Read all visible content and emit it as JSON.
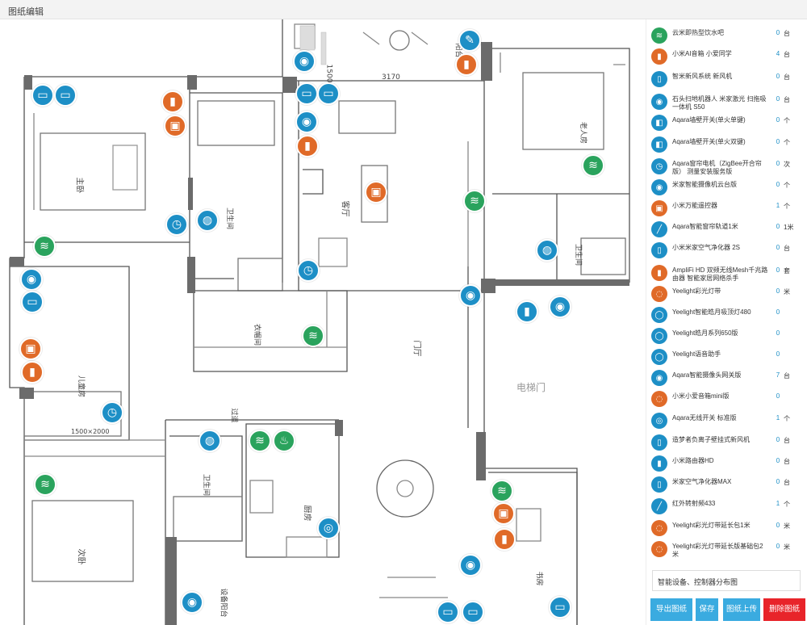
{
  "header": {
    "title": "图纸编辑"
  },
  "plan": {
    "dimensions": [
      "1500",
      "3170"
    ],
    "rooms": [
      {
        "key": "master",
        "text": "主卧"
      },
      {
        "key": "bath1",
        "text": "卫生间"
      },
      {
        "key": "living",
        "text": "客厅"
      },
      {
        "key": "elder",
        "text": "老人房"
      },
      {
        "key": "bath2",
        "text": "卫生间"
      },
      {
        "key": "closet",
        "text": "衣帽间"
      },
      {
        "key": "foyer",
        "text": "门厅"
      },
      {
        "key": "elevator",
        "text": "电梯门"
      },
      {
        "key": "child",
        "text": "儿童房"
      },
      {
        "key": "corridor",
        "text": "过道"
      },
      {
        "key": "bed",
        "text": "1500×2000"
      },
      {
        "key": "bath3",
        "text": "卫生间"
      },
      {
        "key": "kitchen",
        "text": "厨房"
      },
      {
        "key": "bedroom",
        "text": "次卧"
      },
      {
        "key": "study",
        "text": "书房"
      },
      {
        "key": "balcony",
        "text": "设备阳台"
      },
      {
        "key": "balcony2",
        "text": "阳台"
      }
    ],
    "markers": [
      {
        "c": "blue",
        "g": "▭"
      },
      {
        "c": "blue",
        "g": "▭"
      },
      {
        "c": "orange",
        "g": "▮"
      },
      {
        "c": "orange",
        "g": "▣"
      },
      {
        "c": "blue",
        "g": "◉"
      },
      {
        "c": "blue",
        "g": "▭"
      },
      {
        "c": "blue",
        "g": "▭"
      },
      {
        "c": "blue",
        "g": "◉"
      },
      {
        "c": "orange",
        "g": "▮"
      },
      {
        "c": "blue",
        "g": "✎"
      },
      {
        "c": "orange",
        "g": "▮"
      },
      {
        "c": "orange",
        "g": "▣"
      },
      {
        "c": "blue",
        "g": "◷"
      },
      {
        "c": "blue",
        "g": "◍"
      },
      {
        "c": "blue",
        "g": "◷"
      },
      {
        "c": "green",
        "g": "≋"
      },
      {
        "c": "green",
        "g": "≋"
      },
      {
        "c": "blue",
        "g": "◉"
      },
      {
        "c": "blue",
        "g": "▭"
      },
      {
        "c": "orange",
        "g": "▣"
      },
      {
        "c": "orange",
        "g": "▮"
      },
      {
        "c": "green",
        "g": "≋"
      },
      {
        "c": "blue",
        "g": "◍"
      },
      {
        "c": "blue",
        "g": "◉"
      },
      {
        "c": "blue",
        "g": "▮"
      },
      {
        "c": "blue",
        "g": "◉"
      },
      {
        "c": "green",
        "g": "≋"
      },
      {
        "c": "blue",
        "g": "◷"
      },
      {
        "c": "blue",
        "g": "◍"
      },
      {
        "c": "green",
        "g": "≋"
      },
      {
        "c": "green",
        "g": "♨"
      },
      {
        "c": "green",
        "g": "≋"
      },
      {
        "c": "blue",
        "g": "◎"
      },
      {
        "c": "green",
        "g": "≋"
      },
      {
        "c": "orange",
        "g": "▣"
      },
      {
        "c": "orange",
        "g": "▮"
      },
      {
        "c": "blue",
        "g": "◉"
      },
      {
        "c": "blue",
        "g": "◉"
      },
      {
        "c": "blue",
        "g": "▭"
      },
      {
        "c": "blue",
        "g": "▭"
      },
      {
        "c": "blue",
        "g": "▭"
      }
    ]
  },
  "devices": [
    {
      "name": "云米即热型饮水吧",
      "count": "0",
      "unit": "台",
      "color": "#2aa35d",
      "icon": "≋"
    },
    {
      "name": "小米AI音箱 小爱同学",
      "count": "4",
      "unit": "台",
      "color": "#e06a28",
      "icon": "▮"
    },
    {
      "name": "智米新风系统 新风机",
      "count": "0",
      "unit": "台",
      "color": "#1d8fc6",
      "icon": "▯"
    },
    {
      "name": "石头扫地机器人 米家激光 扫拖吸一体机 S50",
      "count": "0",
      "unit": "台",
      "color": "#1d8fc6",
      "icon": "◉"
    },
    {
      "name": "Aqara墙壁开关(单火单键)",
      "count": "0",
      "unit": "个",
      "color": "#1d8fc6",
      "icon": "◧"
    },
    {
      "name": "Aqara墙壁开关(单火双键)",
      "count": "0",
      "unit": "个",
      "color": "#1d8fc6",
      "icon": "◧"
    },
    {
      "name": "Aqara窗帘电机（ZigBee开合帘版） 测量安装服务版",
      "count": "0",
      "unit": "次",
      "color": "#1d8fc6",
      "icon": "◷"
    },
    {
      "name": "米家智能摄像机云台版",
      "count": "0",
      "unit": "个",
      "color": "#1d8fc6",
      "icon": "◉"
    },
    {
      "name": "小米万能遥控器",
      "count": "1",
      "unit": "个",
      "color": "#e06a28",
      "icon": "▣"
    },
    {
      "name": "Aqara智能窗帘轨道1米",
      "count": "0",
      "unit": "1米",
      "color": "#1d8fc6",
      "icon": "╱"
    },
    {
      "name": "小米米家空气净化器 2S",
      "count": "0",
      "unit": "台",
      "color": "#1d8fc6",
      "icon": "▯"
    },
    {
      "name": "AmpliFi HD 双频无线Mesh千兆路由器 智能家居网络杀手",
      "count": "0",
      "unit": "套",
      "color": "#e06a28",
      "icon": "▮"
    },
    {
      "name": "Yeelight彩光灯带",
      "count": "0",
      "unit": "米",
      "color": "#e06a28",
      "icon": "◌"
    },
    {
      "name": "Yeelight智能皓月吸顶灯480",
      "count": "0",
      "unit": "",
      "color": "#1d8fc6",
      "icon": "◯"
    },
    {
      "name": "Yeelight皓月系列650版",
      "count": "0",
      "unit": "",
      "color": "#1d8fc6",
      "icon": "◯"
    },
    {
      "name": "Yeelight语音助手",
      "count": "0",
      "unit": "",
      "color": "#1d8fc6",
      "icon": "◯"
    },
    {
      "name": "Aqara智能摄像头网关版",
      "count": "7",
      "unit": "台",
      "color": "#1d8fc6",
      "icon": "◉"
    },
    {
      "name": "小米小爱音箱mini版",
      "count": "0",
      "unit": "",
      "color": "#e06a28",
      "icon": "◌"
    },
    {
      "name": "Aqara无线开关 标准版",
      "count": "1",
      "unit": "个",
      "color": "#1d8fc6",
      "icon": "◎"
    },
    {
      "name": "造梦者负离子壁挂式新风机",
      "count": "0",
      "unit": "台",
      "color": "#1d8fc6",
      "icon": "▯"
    },
    {
      "name": "小米路由器HD",
      "count": "0",
      "unit": "台",
      "color": "#1d8fc6",
      "icon": "▮"
    },
    {
      "name": "米家空气净化器MAX",
      "count": "0",
      "unit": "台",
      "color": "#1d8fc6",
      "icon": "▯"
    },
    {
      "name": "红外转射频433",
      "count": "1",
      "unit": "个",
      "color": "#1d8fc6",
      "icon": "╱"
    },
    {
      "name": "Yeelight彩光灯带延长包1米",
      "count": "0",
      "unit": "米",
      "color": "#e06a28",
      "icon": "◌"
    },
    {
      "name": "Yeelight彩光灯带延长版基础包2米",
      "count": "0",
      "unit": "米",
      "color": "#e06a28",
      "icon": "◌"
    }
  ],
  "footer": {
    "description": "智能设备、控制器分布图",
    "buttons": {
      "export": "导出图纸",
      "save": "保存",
      "upload": "图纸上传",
      "delete": "删除图纸"
    }
  }
}
